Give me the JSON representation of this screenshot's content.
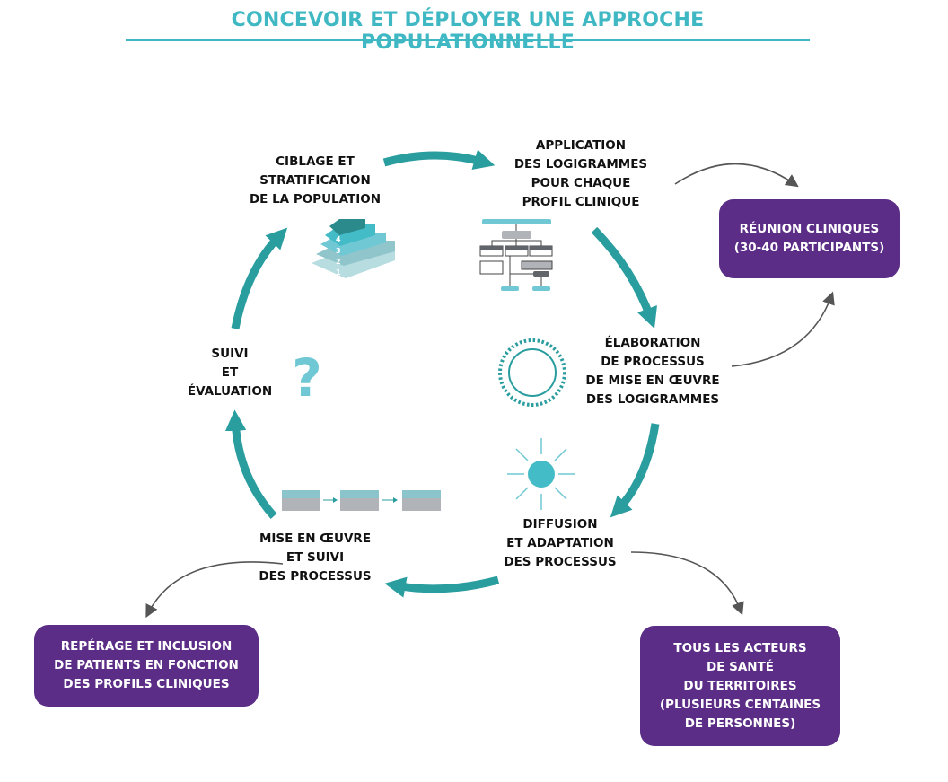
{
  "title": "CONCEVOIR ET DÉPLOYER UNE APPROCHE POPULATIONNELLE",
  "cycle_steps": [
    {
      "lines": [
        "CIBLAGE ET",
        "STRATIFICATION",
        "DE LA POPULATION"
      ],
      "icon": "pyramid-icon",
      "pyramid_levels": [
        "1",
        "2",
        "3",
        "4"
      ]
    },
    {
      "lines": [
        "APPLICATION",
        "DES LOGIGRAMMES",
        "POUR CHAQUE",
        "PROFIL CLINIQUE"
      ],
      "icon": "flowchart-icon"
    },
    {
      "lines": [
        "ÉLABORATION",
        "DE PROCESSUS",
        "DE MISE EN ŒUVRE",
        "DES LOGIGRAMMES"
      ],
      "icon": "circle-icon"
    },
    {
      "lines": [
        "DIFFUSION",
        "ET ADAPTATION",
        "DES PROCESSUS"
      ],
      "icon": "sun-icon"
    },
    {
      "lines": [
        "MISE EN ŒUVRE",
        "ET SUIVI",
        "DES PROCESSUS"
      ],
      "icon": "process-steps-icon"
    },
    {
      "lines": [
        "SUIVI",
        "ET",
        "ÉVALUATION"
      ],
      "icon": "question-mark-icon"
    }
  ],
  "boxes": {
    "reunion": [
      "RÉUNION CLINIQUES",
      "(30-40 PARTICIPANTS)"
    ],
    "acteurs": [
      "TOUS LES ACTEURS",
      "DE SANTÉ",
      "DU TERRITOIRES",
      "(PLUSIEURS CENTAINES",
      "DE PERSONNES)"
    ],
    "reperage": [
      "REPÉRAGE ET INCLUSION",
      "DE PATIENTS EN FONCTION",
      "DES PROFILS CLINIQUES"
    ]
  },
  "colors": {
    "title": "#3fb8c4",
    "arrow": "#2a9d9f",
    "box": "#5b2d86",
    "light_teal": "#6fc8d3",
    "gray": "#b0b3b8"
  }
}
